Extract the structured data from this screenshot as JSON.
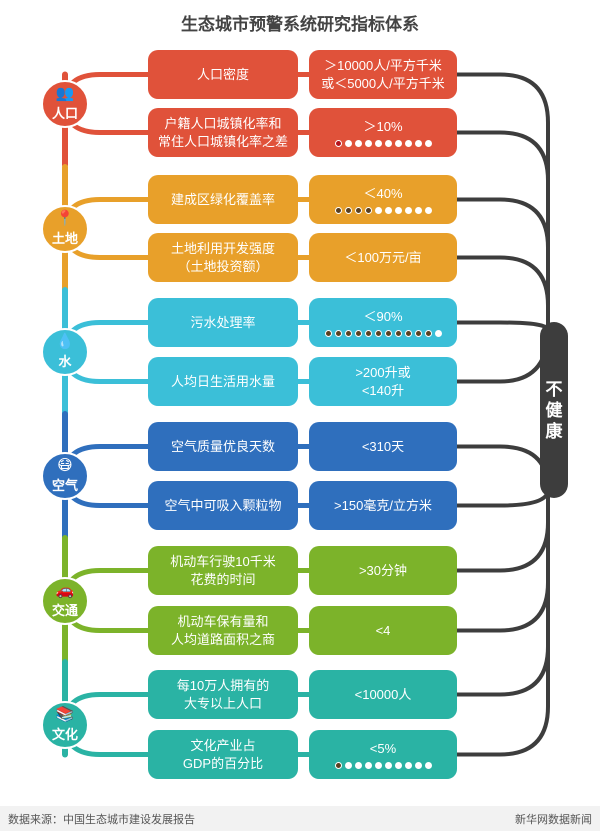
{
  "title": "生态城市预警系统研究指标体系",
  "verdict": "不健康",
  "source": "数据来源：中国生态城市建设发展报告",
  "credit": "新华网数据新闻",
  "groups": [
    {
      "name": "人口",
      "icon": "people-icon",
      "color": "#e0523a",
      "indicators": [
        {
          "label": "人口密度",
          "value": [
            "＞10000人/平方千米",
            "或＜5000人/平方千米"
          ]
        },
        {
          "label": "户籍人口城镇化率和常住人口城镇化率之差",
          "label_lines": [
            "户籍人口城镇化率和",
            "常住人口城镇化率之差"
          ],
          "value": [
            "＞10%"
          ],
          "dots": {
            "total": 10,
            "filled": 1
          }
        }
      ]
    },
    {
      "name": "土地",
      "icon": "land-pin-icon",
      "color": "#e8a02a",
      "indicators": [
        {
          "label": "建成区绿化覆盖率",
          "value": [
            "＜40%"
          ],
          "dots": {
            "total": 10,
            "filled": 4
          }
        },
        {
          "label": "土地利用开发强度（土地投资额）",
          "label_lines": [
            "土地利用开发强度",
            "（土地投资额）"
          ],
          "value": [
            "＜100万元/亩"
          ]
        }
      ]
    },
    {
      "name": "水",
      "icon": "water-drop-icon",
      "color": "#3bbfd8",
      "indicators": [
        {
          "label": "污水处理率",
          "value": [
            "＜90%"
          ],
          "dots": {
            "total": 12,
            "filled": 11
          }
        },
        {
          "label": "人均日生活用水量",
          "value": [
            ">200升或",
            "<140升"
          ]
        }
      ]
    },
    {
      "name": "空气",
      "icon": "gas-mask-icon",
      "color": "#2f6fbd",
      "indicators": [
        {
          "label": "空气质量优良天数",
          "value": [
            "<310天"
          ]
        },
        {
          "label": "空气中可吸入颗粒物",
          "value": [
            ">150毫克/立方米"
          ]
        }
      ]
    },
    {
      "name": "交通",
      "icon": "car-icon",
      "color": "#7cb32a",
      "indicators": [
        {
          "label": "机动车行驶10千米花费的时间",
          "label_lines": [
            "机动车行驶10千米",
            "花费的时间"
          ],
          "value": [
            ">30分钟"
          ]
        },
        {
          "label": "机动车保有量和人均道路面积之商",
          "label_lines": [
            "机动车保有量和",
            "人均道路面积之商"
          ],
          "value": [
            "<4"
          ]
        }
      ]
    },
    {
      "name": "文化",
      "icon": "books-icon",
      "color": "#2ab3a4",
      "indicators": [
        {
          "label": "每10万人拥有的大专以上人口",
          "label_lines": [
            "每10万人拥有的",
            "大专以上人口"
          ],
          "value": [
            "<10000人"
          ]
        },
        {
          "label": "文化产业占GDP的百分比",
          "label_lines": [
            "文化产业占",
            "GDP的百分比"
          ],
          "value": [
            "<5%"
          ],
          "dots": {
            "total": 10,
            "filled": 1
          }
        }
      ]
    }
  ]
}
